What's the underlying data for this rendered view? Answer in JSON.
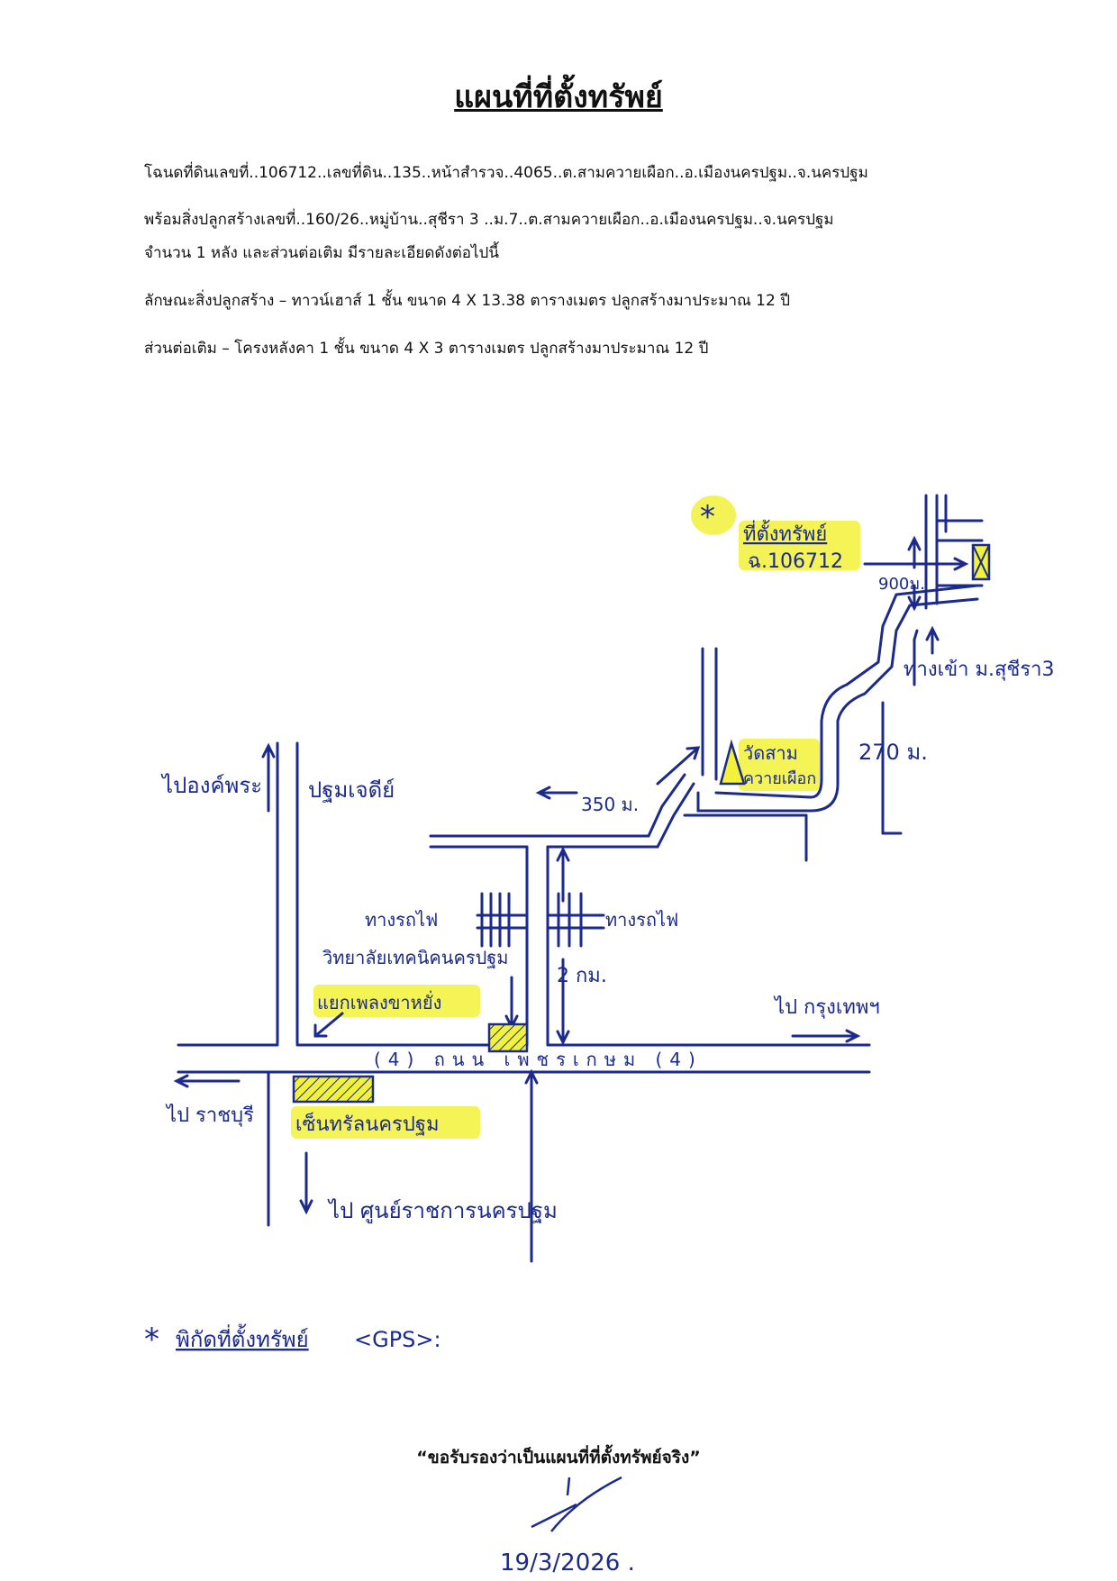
{
  "title": "แผนที่ที่ตั้งทรัพย์",
  "lines": [
    "โฉนดที่ดินเลขที่..106712..เลขที่ดิน..135..หน้าสำรวจ..4065..ต.สามควายเผือก..อ.เมืองนครปฐม..จ.นครปฐม",
    "พร้อมสิ่งปลูกสร้างเลขที่..160/26..หมู่บ้าน..สุชีรา 3 ..ม.7..ต.สามควายเผือก..อ.เมืองนครปฐม..จ.นครปฐม",
    "จำนวน  1  หลัง  และส่วนต่อเติม มีรายละเอียดดังต่อไปนี้",
    "ลักษณะสิ่งปลูกสร้าง  – ทาวน์เฮาส์ 1 ชั้น  ขนาด  4 X 13.38  ตารางเมตร  ปลูกสร้างมาประมาณ  12  ปี",
    "ส่วนต่อเติม – โครงหลังคา 1 ชั้น ขนาด  4 X 3  ตารางเมตร  ปลูกสร้างมาประมาณ  12  ปี"
  ],
  "map": {
    "property_label": "ที่ตั้งทรัพย์",
    "deed_label": "ฉ.106712",
    "dist_900": "900ม.",
    "village_entrance": "ทางเข้า ม.สุชีรา3",
    "dist_270": "270 ม.",
    "temple": "วัดสาม ควายเผือก",
    "temple_line1": "วัดสาม",
    "temple_line2": "ควายเผือก",
    "dist_350": "350 ม.",
    "to_phra_pathom": "ไปองค์พระ",
    "pathom_chedi": "ปฐมเจดีย์",
    "railway_left": "ทางรถไฟ",
    "railway_right": "ทางรถไฟ",
    "college": "วิทยาลัยเทคนิคนครปฐม",
    "dist_2km": "2 กม.",
    "junction": "แยกเพลงขาหยั่ง",
    "to_bangkok": "ไป กรุงเทพฯ",
    "road_name": "(4)  ถนน  เพชรเกษม  (4)",
    "to_ratchaburi": "ไป ราชบุรี",
    "central": "เซ็นทรัลนครปฐม",
    "to_govt_center": "ไป ศูนย์ราชการนครปฐม",
    "gps_label": "พิกัดที่ตั้งทรัพย์",
    "gps_suffix": "<GPS>:"
  },
  "certify": "“ขอรับรองว่าเป็นแผนที่ที่ตั้งทรัพย์จริง”",
  "date": "19/3/2026 .",
  "colors": {
    "ink": "#1c2a8c",
    "highlight": "#f2f23a",
    "text": "#111111"
  }
}
